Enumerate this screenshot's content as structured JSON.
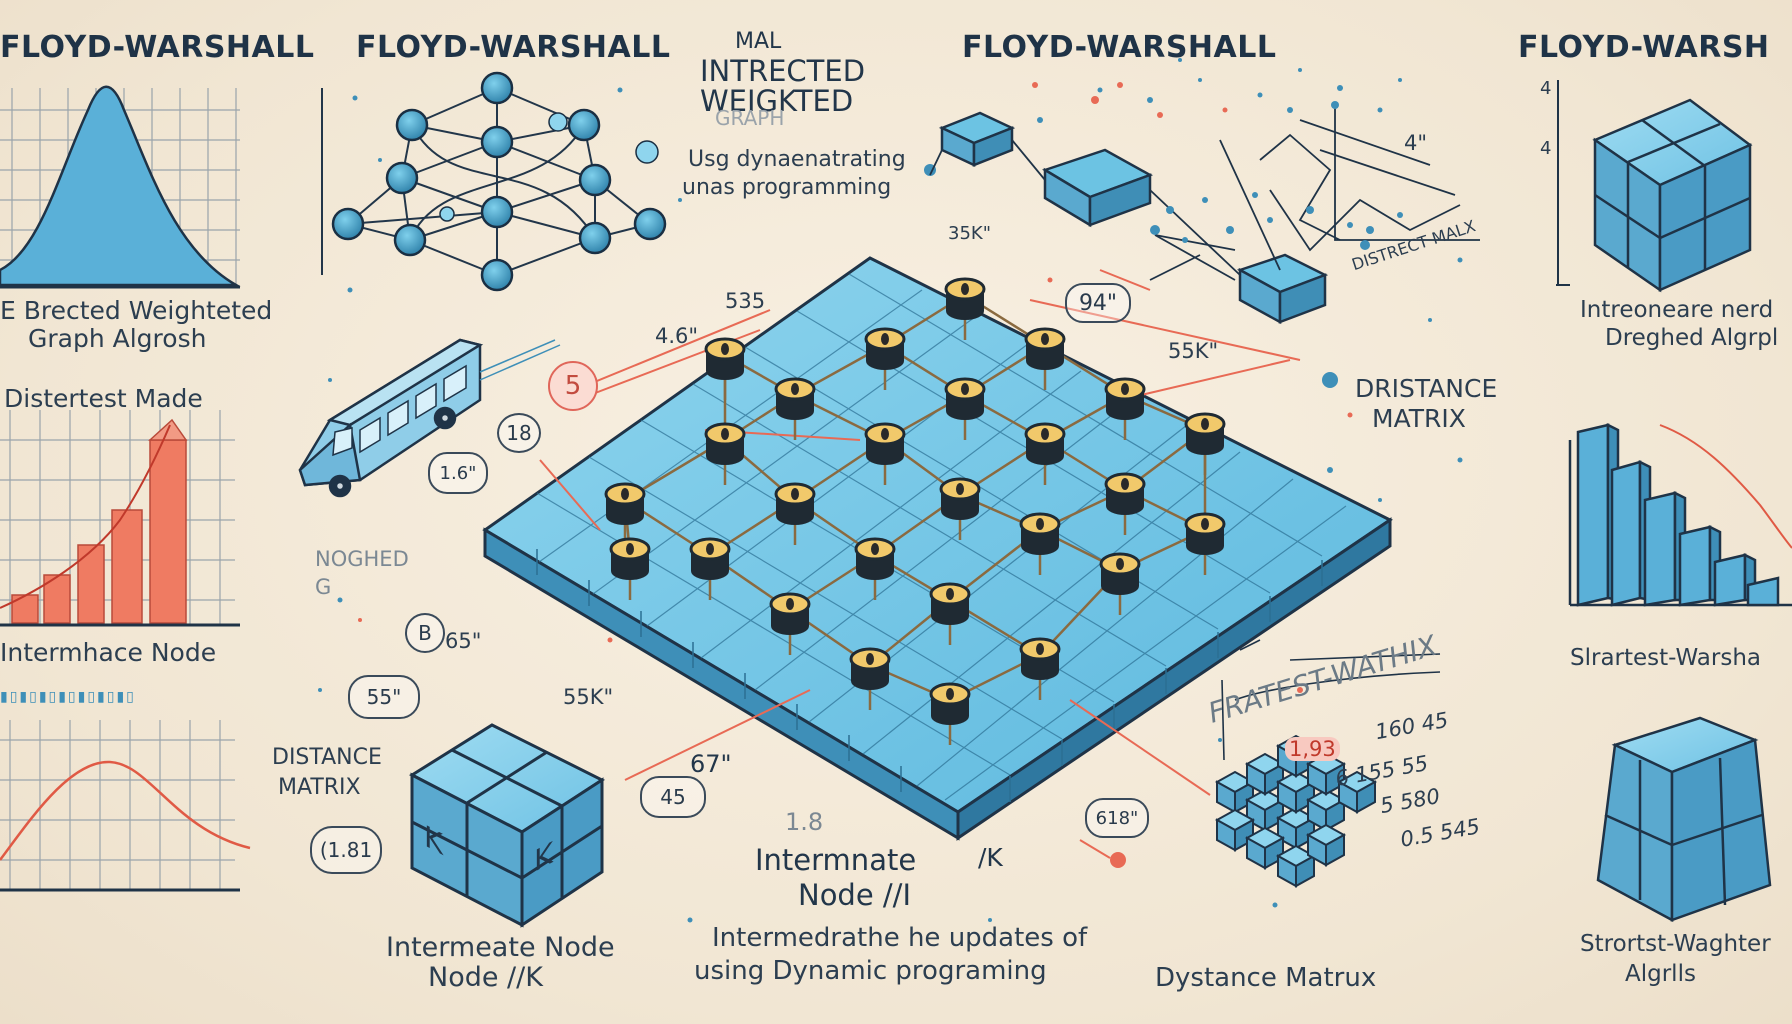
{
  "colors": {
    "background": "#f3e9d8",
    "board": "#6cc3e3",
    "board_dark": "#3e8fb8",
    "ink": "#1f3347",
    "accent_red": "#e86a55",
    "node_cap": "#f1c96b"
  },
  "panel_left": {
    "title": "FLOYD-WARSHALL",
    "caption1": "E Brected Weighteted",
    "caption2": "Graph Algrosh",
    "chart2_title": "Distertest Made",
    "chart2_caption": "Intermhace Node",
    "tick_strip": "▮▯▮▯▮▯▮▯▮▯▮▯▮▯",
    "chart3_title_line1": "DISTANCE",
    "chart3_title_line2": "MATRIX"
  },
  "panel_graph": {
    "title": "FLOYD-WARSHALL",
    "label_nodes": "NOGHED",
    "label_g": "G"
  },
  "panel_center_text": {
    "line1": "MAL",
    "line2": "INTRECTED",
    "line3": "WEIGKTED",
    "line4": "GRAPH",
    "line5": "Usg dynaenatrating",
    "line6": "unas programming"
  },
  "panel_top_right": {
    "title": "FLOYD-WARSHALL",
    "label_k": "4\"",
    "matrix_label": "DISTRECT MALX",
    "caption1": "DRISTANCE",
    "caption2": "MATRIX"
  },
  "panel_far_right": {
    "title": "FLOYD-WARSH",
    "axis_tick": "4",
    "caption1": "Intreoneare nerd",
    "caption2": "Dreghed Algrpl",
    "chart_caption": "Slrartest-Warsha",
    "bottom_caption1": "Strortst-Waghter",
    "bottom_caption2": "Algrlls"
  },
  "board_labels": {
    "v1": "5",
    "v2": "535",
    "v3": "4.6\"",
    "v4": "94\"",
    "v5": "55K\"",
    "v6": "35K\"",
    "v7": "18",
    "v8": "1.6\"",
    "v9": "B",
    "v10": "65\"",
    "v11": "55\"",
    "v12": "55K\"",
    "v13": "67\"",
    "v14": "45",
    "v15": "1.8",
    "v16": "618\"",
    "v17": "(1.81"
  },
  "bottom_center": {
    "title_line1": "Intermnate",
    "title_line2": "Node //I",
    "k_label": "/K",
    "caption1": "Intermedrathe he updates of",
    "caption2": "using Dynamic programing"
  },
  "bottom_left": {
    "caption1": "Intermeate Node",
    "caption2": "Node  //K",
    "cube_k1": "K",
    "cube_k2": "K"
  },
  "matrix_panel": {
    "title": "FRATEST-WATHIX",
    "row1a": "1,93",
    "row1b": "160 45",
    "row2": "6 155 55",
    "row3": "5 580",
    "row4": "0.5 545",
    "caption": "Dystance Matrux"
  }
}
